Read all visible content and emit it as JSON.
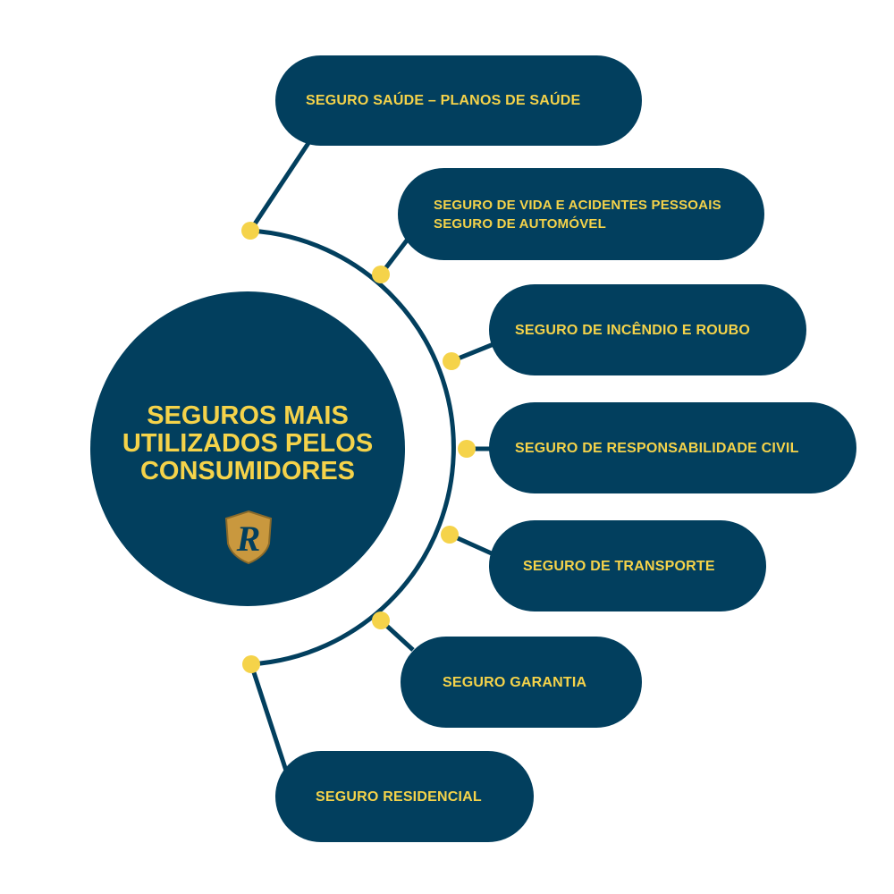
{
  "center": {
    "title_lines": [
      "SEGUROS MAIS",
      "UTILIZADOS PELOS",
      "CONSUMIDORES"
    ],
    "logo_letter": "R"
  },
  "items": [
    {
      "lines": [
        "SEGURO SAÚDE – PLANOS DE SAÚDE"
      ]
    },
    {
      "lines": [
        "SEGURO DE VIDA E ACIDENTES PESSOAIS",
        "SEGURO DE AUTOMÓVEL"
      ]
    },
    {
      "lines": [
        "SEGURO DE INCÊNDIO E ROUBO"
      ]
    },
    {
      "lines": [
        "SEGURO DE RESPONSABILIDADE CIVIL"
      ]
    },
    {
      "lines": [
        "SEGURO DE TRANSPORTE"
      ]
    },
    {
      "lines": [
        "SEGURO GARANTIA"
      ]
    },
    {
      "lines": [
        "SEGURO RESIDENCIAL"
      ]
    }
  ],
  "colors": {
    "navy": "#023f5e",
    "yellow": "#f5d34a",
    "gold": "#c9983e"
  }
}
